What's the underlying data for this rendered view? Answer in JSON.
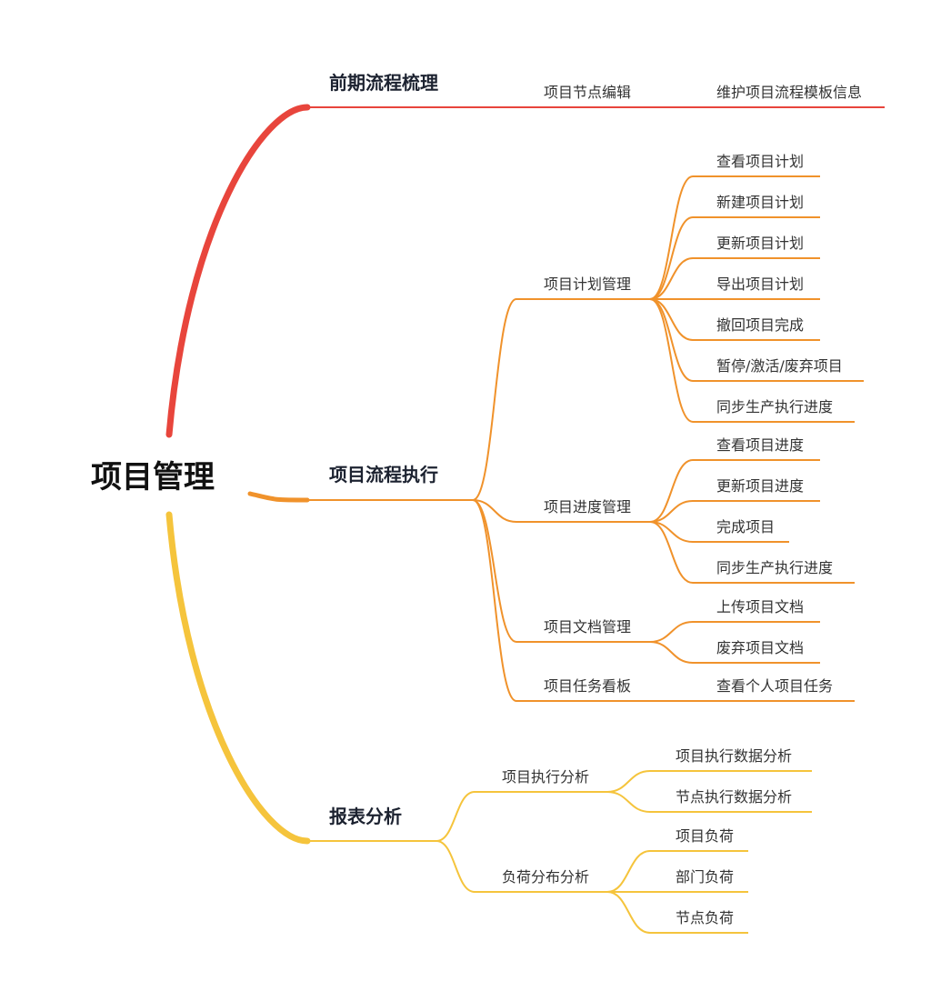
{
  "root": {
    "label": "项目管理"
  },
  "branches": [
    {
      "label": "前期流程梳理",
      "color": "#e8453c",
      "children": [
        {
          "label": "项目节点编辑",
          "children": [
            {
              "label": "维护项目流程模板信息"
            }
          ]
        }
      ]
    },
    {
      "label": "项目流程执行",
      "color": "#f0922b",
      "children": [
        {
          "label": "项目计划管理",
          "children": [
            {
              "label": "查看项目计划"
            },
            {
              "label": "新建项目计划"
            },
            {
              "label": "更新项目计划"
            },
            {
              "label": "导出项目计划"
            },
            {
              "label": "撤回项目完成"
            },
            {
              "label": "暂停/激活/废弃项目"
            },
            {
              "label": "同步生产执行进度"
            }
          ]
        },
        {
          "label": "项目进度管理",
          "children": [
            {
              "label": "查看项目进度"
            },
            {
              "label": "更新项目进度"
            },
            {
              "label": "完成项目"
            },
            {
              "label": "同步生产执行进度"
            }
          ]
        },
        {
          "label": "项目文档管理",
          "children": [
            {
              "label": "上传项目文档"
            },
            {
              "label": "废弃项目文档"
            }
          ]
        },
        {
          "label": "项目任务看板",
          "children": [
            {
              "label": "查看个人项目任务"
            }
          ]
        }
      ]
    },
    {
      "label": "报表分析",
      "color": "#f5c43c",
      "children": [
        {
          "label": "项目执行分析",
          "children": [
            {
              "label": "项目执行数据分析"
            },
            {
              "label": "节点执行数据分析"
            }
          ]
        },
        {
          "label": "负荷分布分析",
          "children": [
            {
              "label": "项目负荷"
            },
            {
              "label": "部门负荷"
            },
            {
              "label": "节点负荷"
            }
          ]
        }
      ]
    }
  ]
}
